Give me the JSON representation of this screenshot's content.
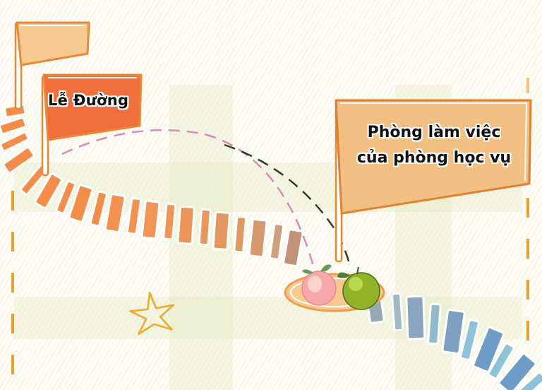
{
  "flags": [
    {
      "id": "blank-flag",
      "label": "",
      "color": "#f5c98f"
    },
    {
      "id": "le-duong",
      "label": "Lễ Đường",
      "color": "#ee6f3c"
    },
    {
      "id": "office",
      "label_line1": "Phòng làm việc",
      "label_line2": "của phòng học vụ",
      "color": "#f3c084"
    }
  ],
  "path": {
    "start_color": "#f58d4a",
    "mid_color": "#c99670",
    "end_color": "#6d9cc6",
    "accent_light_blue": "#8cc3d6"
  },
  "arcs": [
    {
      "id": "pink-dashed-arc",
      "color": "#d98bb6"
    },
    {
      "id": "dark-dashed-arc",
      "color": "#2f3a28"
    }
  ],
  "plate": {
    "items": [
      "peach",
      "lime"
    ],
    "rim_color": "#f39a4c"
  },
  "decor": {
    "star_color": "#eeaa2c",
    "border_dash_color": "#e8a12a"
  }
}
